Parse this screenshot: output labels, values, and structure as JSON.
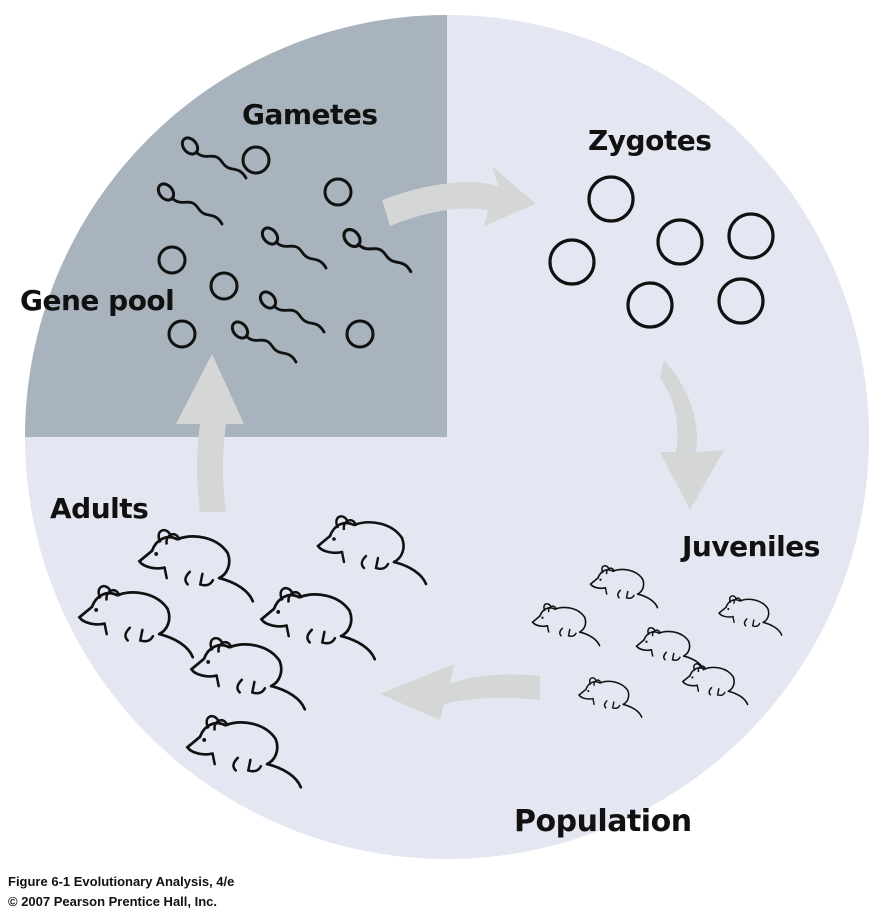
{
  "labels": {
    "gametes": "Gametes",
    "gene_pool": "Gene pool",
    "zygotes": "Zygotes",
    "juveniles": "Juveniles",
    "adults": "Adults",
    "population": "Population"
  },
  "caption": {
    "line1": "Figure 6-1  Evolutionary Analysis, 4/e",
    "line2": "© 2007 Pearson Prentice Hall, Inc."
  },
  "colors": {
    "circle_fill": "#e4e7f2",
    "gene_pool_fill": "#a8b3be",
    "arrow": "#d4d7d6",
    "ink": "#111111"
  }
}
